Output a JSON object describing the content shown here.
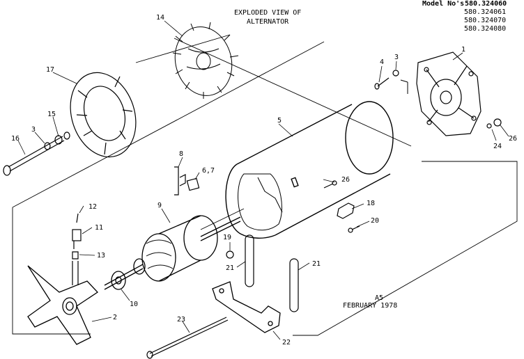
{
  "header": {
    "model_label": "Model No's",
    "models": [
      "580.324060",
      "580.324061",
      "580.324070",
      "580.324080"
    ]
  },
  "title": {
    "line1": "EXPLODED VIEW OF",
    "line2": "ALTERNATOR"
  },
  "footer": {
    "code": "A5",
    "date": "FEBRUARY 1978"
  },
  "callouts": {
    "c1": "1",
    "c2": "2",
    "c3a": "3",
    "c3b": "3",
    "c4": "4",
    "c5": "5",
    "c67": "6,7",
    "c8": "8",
    "c9": "9",
    "c10": "10",
    "c11": "11",
    "c12": "12",
    "c13": "13",
    "c14": "14",
    "c15": "15",
    "c16": "16",
    "c17": "17",
    "c18": "18",
    "c19": "19",
    "c20": "20",
    "c21a": "21",
    "c21b": "21",
    "c22": "22",
    "c23": "23",
    "c24": "24",
    "c26a": "26",
    "c26b": "26"
  }
}
